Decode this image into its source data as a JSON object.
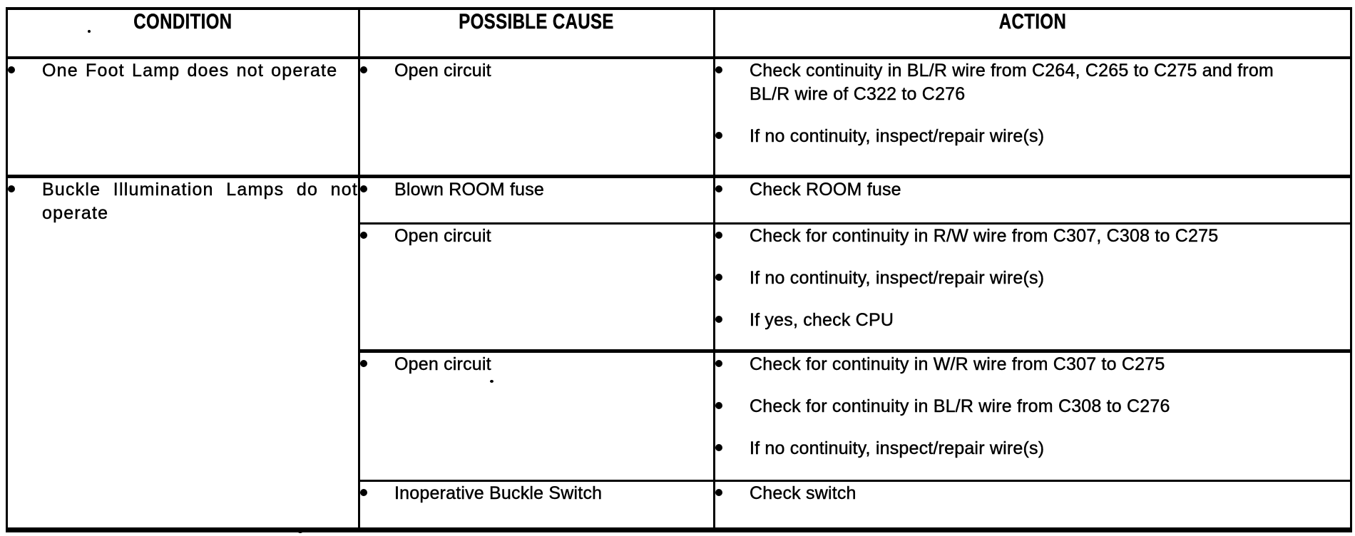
{
  "colors": {
    "ink": "#000000",
    "paper": "#ffffff"
  },
  "table": {
    "columns": [
      "CONDITION",
      "POSSIBLE CAUSE",
      "ACTION"
    ],
    "rows": [
      {
        "condition": "One Foot Lamp does not operate",
        "causes": [
          {
            "cause": "Open circuit",
            "actions": [
              "Check continuity in BL/R wire from C264, C265 to C275 and from BL/R wire of C322 to C276",
              "If no continuity, inspect/repair wire(s)"
            ]
          }
        ]
      },
      {
        "condition": "Buckle Illumination Lamps do not operate",
        "causes": [
          {
            "cause": "Blown ROOM fuse",
            "actions": [
              "Check ROOM fuse"
            ]
          },
          {
            "cause": "Open circuit",
            "actions": [
              "Check for continuity in R/W wire from C307, C308 to C275",
              "If no continuity, inspect/repair wire(s)",
              "If yes, check CPU"
            ]
          },
          {
            "cause": "Open circuit",
            "actions": [
              "Check for continuity in W/R wire from C307 to C275",
              "Check for continuity in BL/R wire from C308 to C276",
              "If no continuity, inspect/repair wire(s)"
            ]
          },
          {
            "cause": "Inoperative Buckle Switch",
            "actions": [
              "Check switch"
            ]
          }
        ]
      }
    ]
  }
}
